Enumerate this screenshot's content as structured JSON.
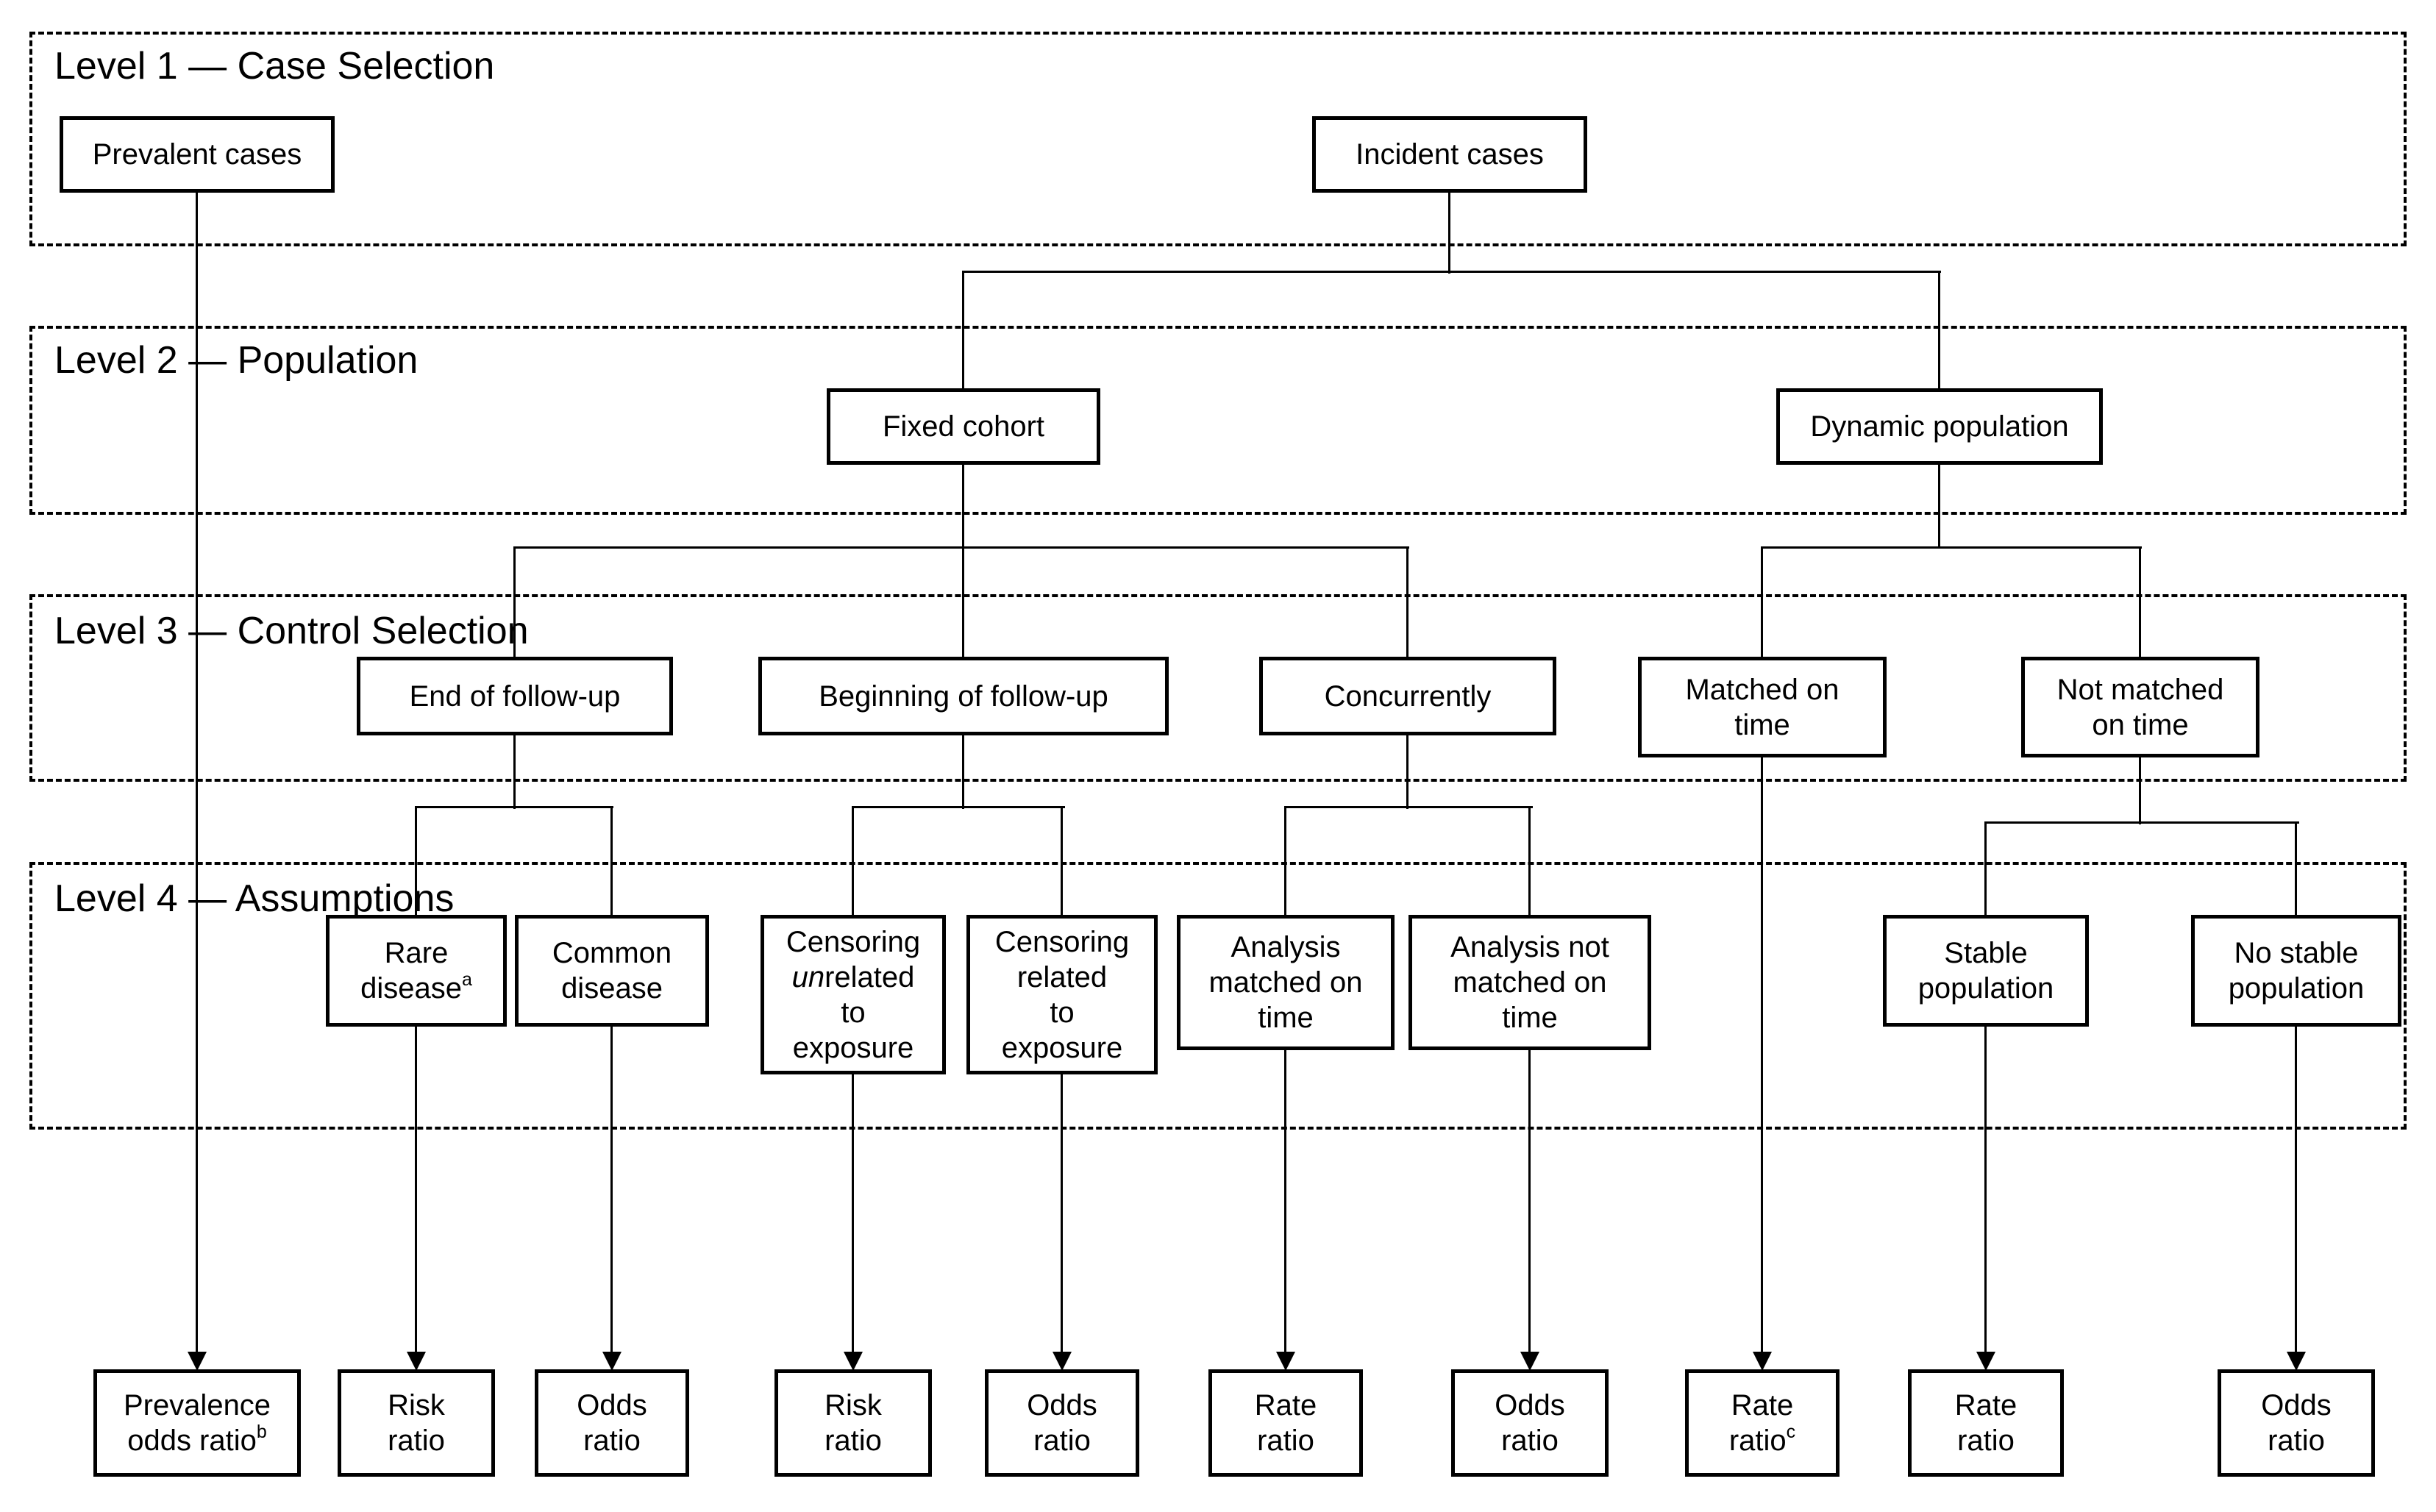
{
  "diagram": {
    "levels": [
      {
        "label": "Level 1 — Case Selection"
      },
      {
        "label": "Level 2 — Population"
      },
      {
        "label": "Level 3 — Control Selection"
      },
      {
        "label": "Level 4 — Assumptions"
      }
    ]
  },
  "nodes": {
    "prevalent_cases": {
      "lines": [
        "Prevalent cases"
      ]
    },
    "incident_cases": {
      "lines": [
        "Incident cases"
      ]
    },
    "fixed_cohort": {
      "lines": [
        "Fixed cohort"
      ]
    },
    "dynamic_population": {
      "lines": [
        "Dynamic population"
      ]
    },
    "end_of_followup": {
      "lines": [
        "End of follow-up"
      ]
    },
    "beginning_of_followup": {
      "lines": [
        "Beginning of follow-up"
      ]
    },
    "concurrently": {
      "lines": [
        "Concurrently"
      ]
    },
    "matched_on_time": {
      "lines": [
        "Matched on",
        "time"
      ]
    },
    "not_matched_on_time": {
      "lines": [
        "Not matched",
        "on time"
      ]
    },
    "rare_disease": {
      "lines": [
        "Rare",
        "disease"
      ],
      "sup": "a"
    },
    "common_disease": {
      "lines": [
        "Common",
        "disease"
      ]
    },
    "censoring_unrelated": {
      "lines": [
        "Censoring",
        "unrelated",
        "to",
        "exposure"
      ],
      "italic_prefix": "un",
      "after_italic": "related"
    },
    "censoring_related": {
      "lines": [
        "Censoring",
        "related",
        "to",
        "exposure"
      ]
    },
    "analysis_matched": {
      "lines": [
        "Analysis",
        "matched on",
        "time"
      ]
    },
    "analysis_not_matched": {
      "lines": [
        "Analysis not",
        "matched on",
        "time"
      ]
    },
    "stable_population": {
      "lines": [
        "Stable",
        "population"
      ]
    },
    "no_stable_population": {
      "lines": [
        "No stable",
        "population"
      ]
    }
  },
  "measures": [
    {
      "lines": [
        "Prevalence",
        "odds ratio"
      ],
      "sup": "b"
    },
    {
      "lines": [
        "Risk",
        "ratio"
      ]
    },
    {
      "lines": [
        "Odds",
        "ratio"
      ]
    },
    {
      "lines": [
        "Risk",
        "ratio"
      ]
    },
    {
      "lines": [
        "Odds",
        "ratio"
      ]
    },
    {
      "lines": [
        "Rate",
        "ratio"
      ]
    },
    {
      "lines": [
        "Odds",
        "ratio"
      ]
    },
    {
      "lines": [
        "Rate",
        "ratio"
      ],
      "sup": "c"
    },
    {
      "lines": [
        "Rate",
        "ratio"
      ]
    },
    {
      "lines": [
        "Odds",
        "ratio"
      ]
    }
  ],
  "colors": {
    "line": "#000000",
    "background": "#ffffff",
    "text": "#000000"
  }
}
